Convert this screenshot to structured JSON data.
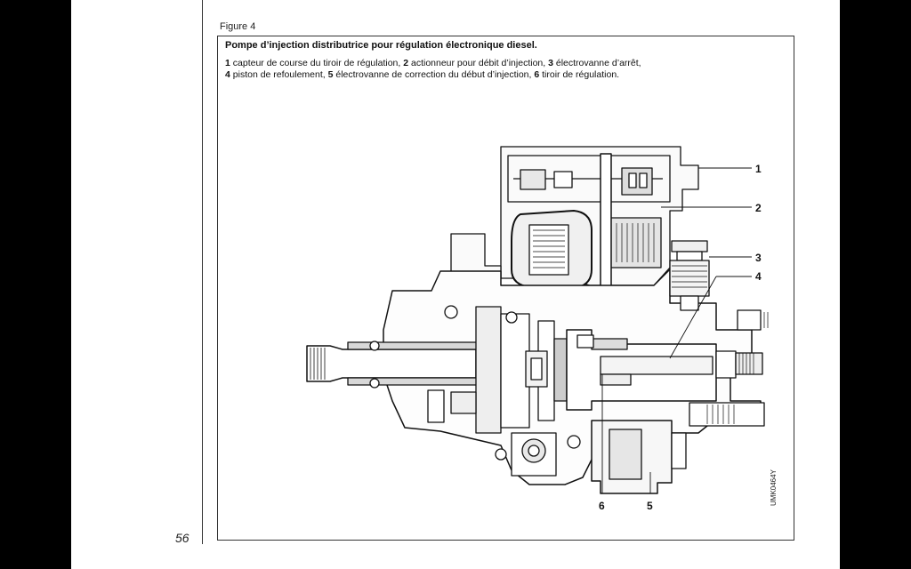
{
  "page": {
    "number": "56",
    "figure_label": "Figure 4",
    "title": "Pompe d’injection distributrice pour régulation électronique diesel.",
    "caption": [
      {
        "num": "1",
        "text": "capteur de course du tiroir de régulation,"
      },
      {
        "num": "2",
        "text": "actionneur pour débit d’injection,"
      },
      {
        "num": "3",
        "text": "électrovanne d’arrêt,"
      },
      {
        "num": "4",
        "text": "piston de refoulement,"
      },
      {
        "num": "5",
        "text": "électrovanne de correction du début d’injection,"
      },
      {
        "num": "6",
        "text": "tiroir de régulation."
      }
    ],
    "drawing_code": "UMK0464Y"
  },
  "callouts": [
    "1",
    "2",
    "3",
    "4",
    "5",
    "6"
  ]
}
